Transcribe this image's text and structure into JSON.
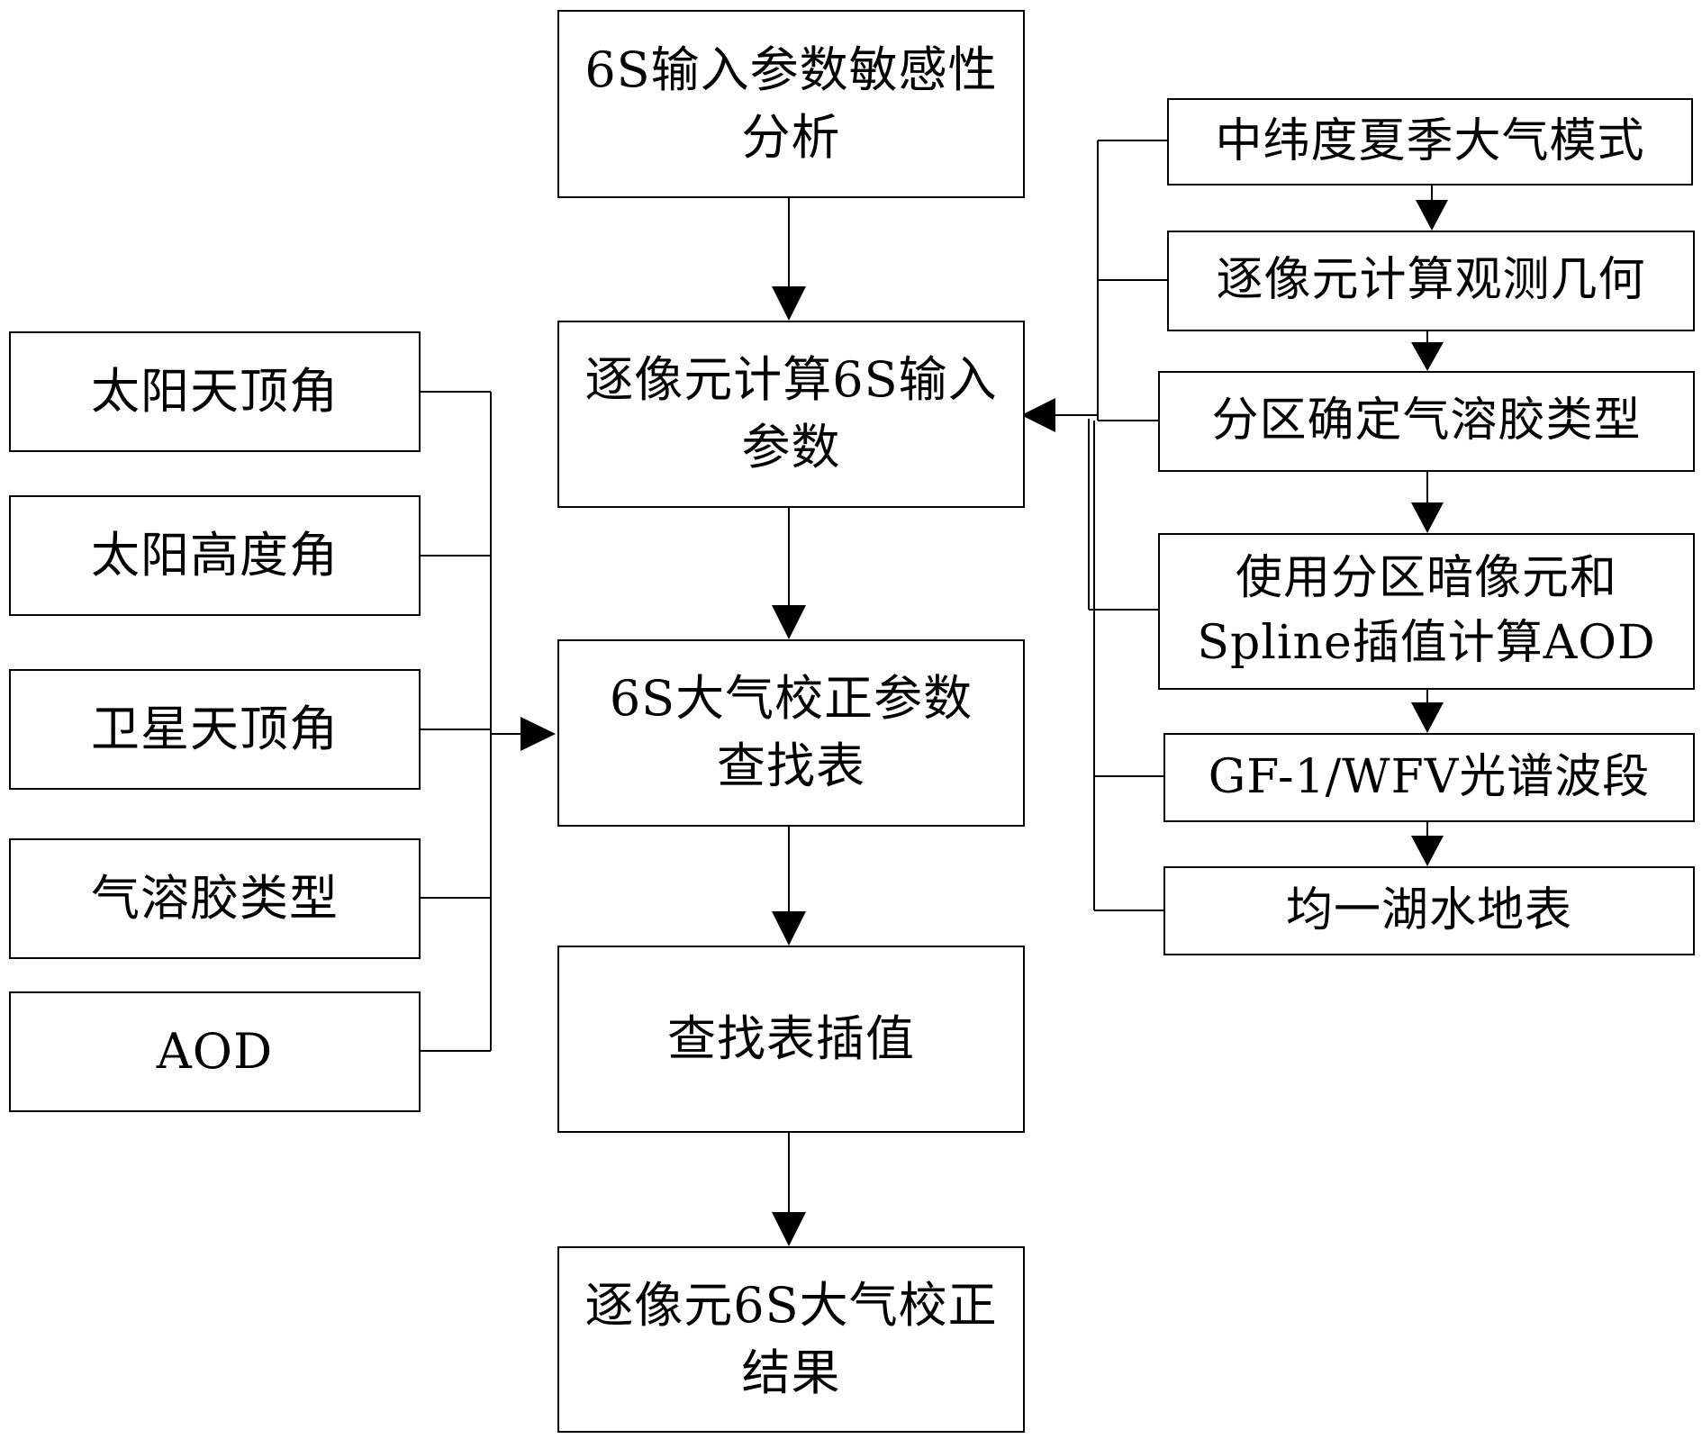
{
  "flowchart": {
    "main_flow": [
      {
        "id": "sensitivity",
        "lines": [
          "6S输入参数敏感性",
          "分析"
        ]
      },
      {
        "id": "pixel_inputs",
        "lines": [
          "逐像元计算6S输入",
          "参数"
        ]
      },
      {
        "id": "lut",
        "lines": [
          "6S大气校正参数",
          "查找表"
        ]
      },
      {
        "id": "lut_interp",
        "lines": [
          "查找表插值"
        ]
      },
      {
        "id": "result",
        "lines": [
          "逐像元6S大气校正",
          "结果"
        ]
      }
    ],
    "left_inputs": [
      {
        "id": "solar_zenith",
        "lines": [
          "太阳天顶角"
        ]
      },
      {
        "id": "solar_elevation",
        "lines": [
          "太阳高度角"
        ]
      },
      {
        "id": "satellite_zenith",
        "lines": [
          "卫星天顶角"
        ]
      },
      {
        "id": "aerosol_type",
        "lines": [
          "气溶胶类型"
        ]
      },
      {
        "id": "aod",
        "lines": [
          "AOD"
        ]
      }
    ],
    "right_inputs": [
      {
        "id": "midlat_summer",
        "lines": [
          "中纬度夏季大气模式"
        ]
      },
      {
        "id": "observation_geometry",
        "lines": [
          "逐像元计算观测几何"
        ]
      },
      {
        "id": "zone_aerosol",
        "lines": [
          "分区确定气溶胶类型"
        ]
      },
      {
        "id": "dark_pixel_aod",
        "lines": [
          "使用分区暗像元和",
          "Spline插值计算AOD"
        ]
      },
      {
        "id": "spectral_bands",
        "lines": [
          "GF-1/WFV光谱波段"
        ]
      },
      {
        "id": "lake_surface",
        "lines": [
          "均一湖水地表"
        ]
      }
    ]
  }
}
